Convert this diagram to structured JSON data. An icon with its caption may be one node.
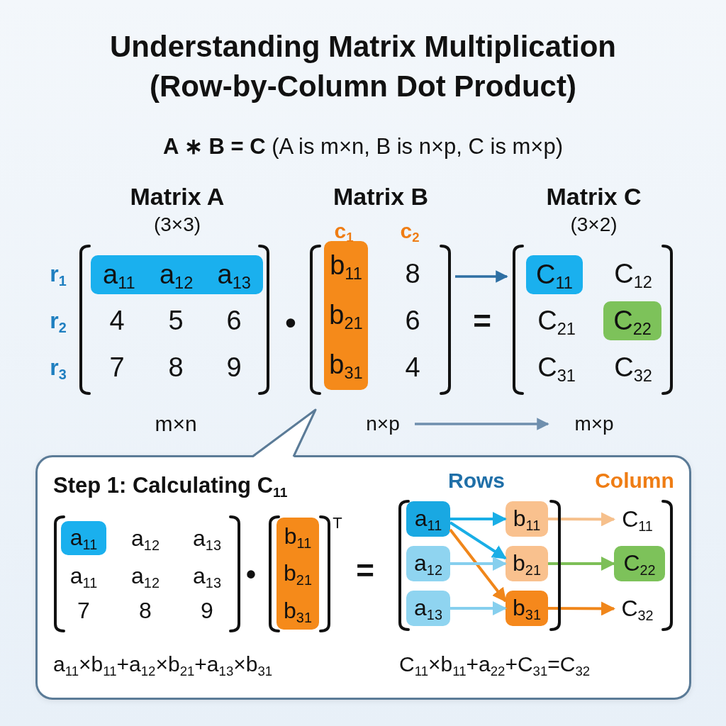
{
  "diagram": {
    "title": "Understanding Matrix Multiplication (Row-by-Column Dot Product)",
    "nodes": [
      {
        "text": [
          "Matrix A",
          "(3×3)"
        ]
      },
      {
        "text": [
          "a$_{11}$",
          "a$_{12}$",
          "a$_{13}$"
        ],
        "in": 0
      },
      {
        "text": [
          "Matrix B"
        ]
      },
      {
        "text": [
          "b$_{11}$",
          "b$_{21}$",
          "b$_{31}$"
        ],
        "in": 2
      },
      {
        "text": [
          "Matrix C",
          "(3×2)"
        ]
      },
      {
        "text": [
          "C$_{11}$"
        ],
        "in": 4
      },
      {
        "text": [
          "C$_{22}$"
        ],
        "in": 4
      },
      {
        "text": [
          "n×p"
        ]
      },
      {
        "text": [
          "m×p"
        ]
      },
      {
        "text": [
          "Step 1: Calculating C$_{11}$",
          "a$_{11}$×b$_{11}$+a$_{12}$×b$_{21}$+a$_{13}$×b$_{31}$",
          "C$_{11}$×b$_{11}$+a$_{22}$+C$_{31}$=C$_{32}$"
        ]
      },
      {
        "text": [
          "a$_{11}$"
        ],
        "in": 9
      },
      {
        "text": [
          "b$_{11}$",
          "b$_{21}$",
          "b$_{31}$"
        ],
        "in": 9
      },
      {
        "text": [
          "a$_{11}$"
        ],
        "in": 9
      },
      {
        "text": [
          "b$_{11}$"
        ],
        "in": 9
      },
      {
        "text": [
          "C$_{11}$"
        ],
        "in": 9
      },
      {
        "text": [
          "a$_{12}$"
        ],
        "in": 9
      },
      {
        "text": [
          "b$_{21}$"
        ],
        "in": 9
      },
      {
        "text": [
          "C$_{22}$"
        ],
        "in": 9
      },
      {
        "text": [
          "a$_{13}$"
        ],
        "in": 9
      },
      {
        "text": [
          "b$_{31}$"
        ],
        "in": 9
      },
      {
        "text": [
          "C$_{32}$"
        ],
        "in": 9
      }
    ],
    "edges": [
      {
        "from": 2,
        "to": 4,
        "arrow": "to",
        "color": "#2e6fa3"
      },
      {
        "from": 7,
        "to": 8,
        "arrow": "to",
        "color": "#6f8fae"
      },
      {
        "from": 12,
        "to": 13,
        "arrow": "to",
        "color": "#19aee6"
      },
      {
        "from": 12,
        "to": 16,
        "arrow": "to",
        "color": "#19aee6"
      },
      {
        "from": 12,
        "to": 19,
        "arrow": "to",
        "color": "#f0861a"
      },
      {
        "from": 15,
        "to": 16,
        "arrow": "to",
        "color": "#86cfee"
      },
      {
        "from": 18,
        "to": 19,
        "arrow": "to",
        "color": "#86cfee"
      },
      {
        "from": 13,
        "to": 14,
        "arrow": "to",
        "color": "#f6c08c"
      },
      {
        "from": 16,
        "to": 17,
        "arrow": "to",
        "color": "#7dbf57"
      },
      {
        "from": 19,
        "to": 20,
        "arrow": "to",
        "color": "#f0861a"
      }
    ],
    "labels": [
      "**A ∗ B = C** (A is m×n, B is n×p, C is m×p)",
      "c$_{1}$",
      "c$_{2}$",
      "r$_{1}$",
      "8",
      "C$_{12}$",
      "r$_{2}$",
      "4",
      "5",
      "6",
      "•",
      "6",
      "=",
      "C$_{21}$",
      "r$_{3}$",
      "7",
      "8",
      "9",
      "4",
      "C$_{31}$",
      "C$_{32}$",
      "m×n",
      "Rows",
      "Column",
      "a$_{12}$",
      "a$_{13}$",
      "a$_{11}$",
      "a$_{12}$",
      "a$_{13}$",
      "7",
      "8",
      "9",
      "•",
      "T",
      "="
    ]
  }
}
